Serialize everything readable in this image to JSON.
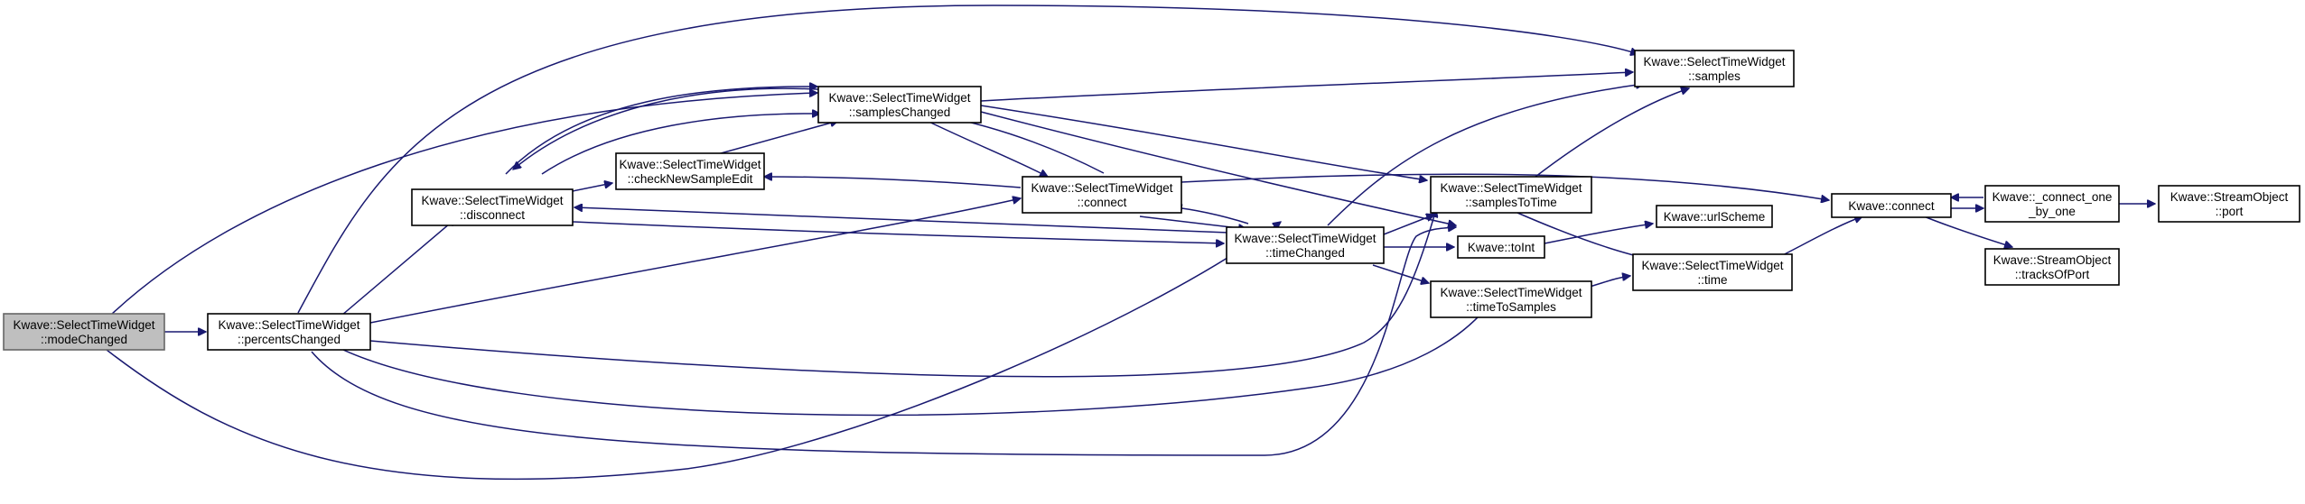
{
  "graph": {
    "edge_color": "#191970",
    "root_fill": "#bfbfbf",
    "nodes": {
      "modeChanged": {
        "lines": [
          "Kwave::SelectTimeWidget",
          "::modeChanged"
        ],
        "root": true
      },
      "percentsChanged": {
        "lines": [
          "Kwave::SelectTimeWidget",
          "::percentsChanged"
        ]
      },
      "disconnect": {
        "lines": [
          "Kwave::SelectTimeWidget",
          "::disconnect"
        ]
      },
      "samplesChanged": {
        "lines": [
          "Kwave::SelectTimeWidget",
          "::samplesChanged"
        ]
      },
      "checkNewSampleEdit": {
        "lines": [
          "Kwave::SelectTimeWidget",
          "::checkNewSampleEdit"
        ]
      },
      "connectW": {
        "lines": [
          "Kwave::SelectTimeWidget",
          "::connect"
        ]
      },
      "timeChanged": {
        "lines": [
          "Kwave::SelectTimeWidget",
          "::timeChanged"
        ]
      },
      "samples": {
        "lines": [
          "Kwave::SelectTimeWidget",
          "::samples"
        ]
      },
      "samplesToTime": {
        "lines": [
          "Kwave::SelectTimeWidget",
          "::samplesToTime"
        ]
      },
      "toInt": {
        "lines": [
          "Kwave::toInt"
        ]
      },
      "timeToSamples": {
        "lines": [
          "Kwave::SelectTimeWidget",
          "::timeToSamples"
        ]
      },
      "urlScheme": {
        "lines": [
          "Kwave::urlScheme"
        ]
      },
      "time": {
        "lines": [
          "Kwave::SelectTimeWidget",
          "::time"
        ]
      },
      "kconnect": {
        "lines": [
          "Kwave::connect"
        ]
      },
      "connectOne": {
        "lines": [
          "Kwave::_connect_one",
          "_by_one"
        ]
      },
      "port": {
        "lines": [
          "Kwave::StreamObject",
          "::port"
        ]
      },
      "tracksOfPort": {
        "lines": [
          "Kwave::StreamObject",
          "::tracksOfPort"
        ]
      }
    }
  }
}
